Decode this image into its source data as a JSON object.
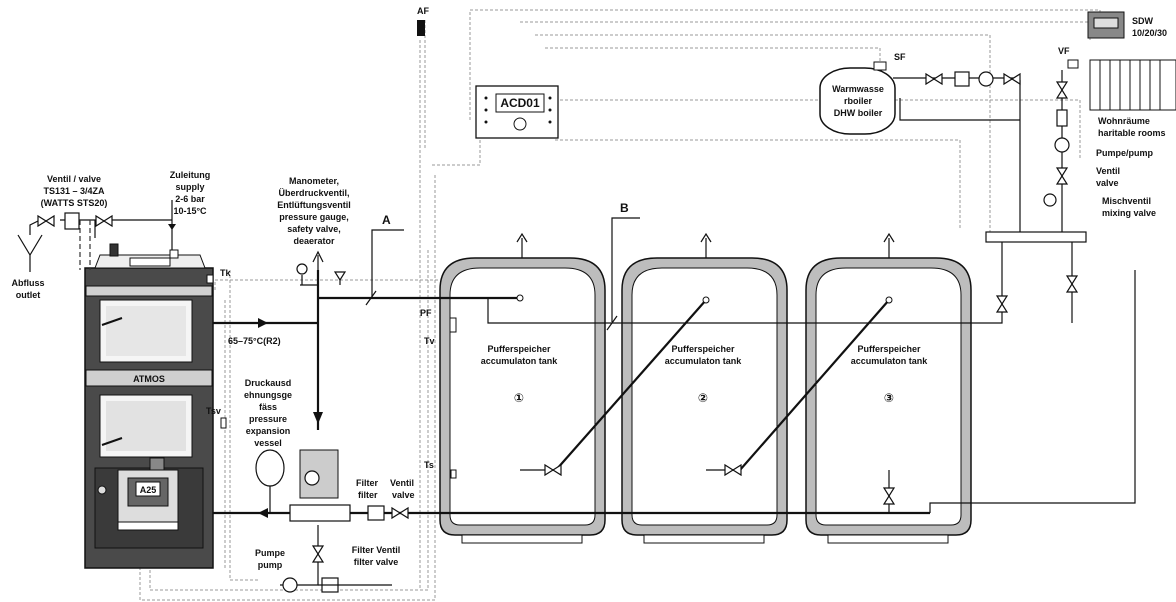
{
  "labels": {
    "af": "AF",
    "sdw": "SDW",
    "sdw_sub": "10/20/30",
    "sf": "SF",
    "vf": "VF",
    "acd": "ACD01",
    "dhw1": "Warmwasse",
    "dhw2": "rboiler",
    "dhw3": "DHW boiler",
    "rooms1": "Wohnräume",
    "rooms2": "haritable rooms",
    "pump_r1": "Pumpe/pump",
    "ventil_r1": "Ventil",
    "ventil_r2": "valve",
    "mix_r1": "Mischventil",
    "mix_r2": "mixing valve",
    "valve_tl1": "Ventil / valve",
    "valve_tl2": "TS131 – 3/4ZA",
    "valve_tl3": "(WATTS STS20)",
    "supply1": "Zuleitung",
    "supply2": "supply",
    "supply3": "2-6 bar",
    "supply4": "10-15°C",
    "mano1": "Manometer,",
    "mano2": "Überdruckventil,",
    "mano3": "Entlüftungsventil",
    "mano4": "pressure gauge,",
    "mano5": "safety valve,",
    "mano6": "deaerator",
    "point_a": "A",
    "point_b": "B",
    "abfluss1": "Abfluss",
    "abfluss2": "outlet",
    "tk": "Tk",
    "pf": "PF",
    "tv": "Tv",
    "ts": "Ts",
    "tsv": "Tsv",
    "temp": "65–75°C(R2)",
    "brand": "ATMOS",
    "boiler_badge": "A25",
    "exp1": "Druckausd",
    "exp2": "ehnungsge",
    "exp3": "fäss",
    "exp4": "pressure",
    "exp5": "expansion",
    "exp6": "vessel",
    "filter1": "Filter",
    "filter2": "filter",
    "ventil1": "Ventil",
    "ventil2": "valve",
    "pumpe1": "Pumpe",
    "pumpe2": "pump",
    "filter_b1": "Filter Ventil",
    "filter_b2": "filter valve",
    "tank_de": "Pufferspeicher",
    "tank_en": "accumulaton tank",
    "tank1": "①",
    "tank2": "②",
    "tank3": "③"
  },
  "colors": {
    "line": "#111111",
    "tank_fill": "#bdbdbd",
    "control_line": "#9a9a9a"
  }
}
